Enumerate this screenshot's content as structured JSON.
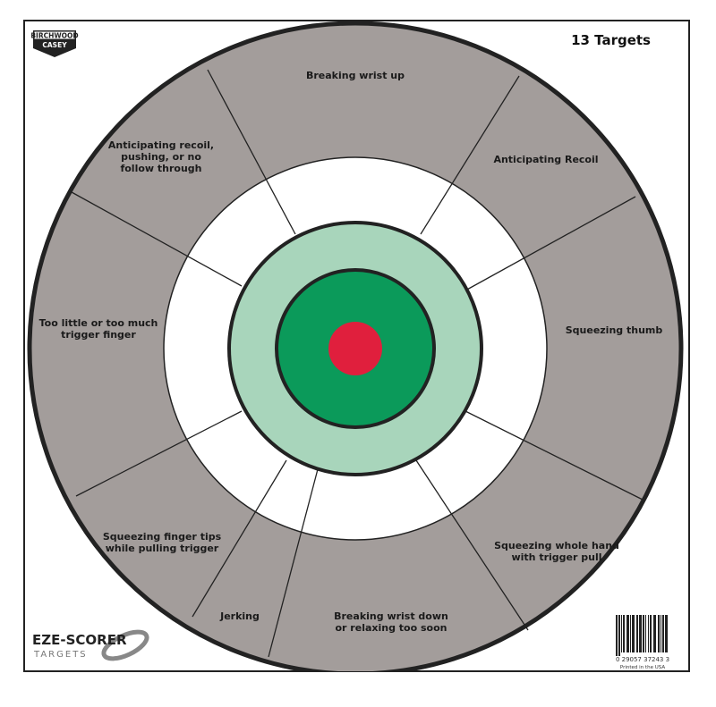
{
  "header": {
    "brand_top": "BIRCHWOOD",
    "brand_bottom": "CASEY",
    "target_count": "13 Targets"
  },
  "footer": {
    "logo_main": "EZE-SCORER",
    "logo_sub": "TARGETS",
    "barcode_number": "0 29057 37243 3",
    "printed": "Printed in the USA"
  },
  "colors": {
    "gray_ring": "#a39d9b",
    "white_ring": "#ffffff",
    "light_green": "#a8d5bb",
    "dark_green": "#0b9a5a",
    "bullseye": "#e01f3d"
  },
  "segments": [
    {
      "lines": [
        "Breaking wrist up"
      ]
    },
    {
      "lines": [
        "Anticipating Recoil"
      ]
    },
    {
      "lines": [
        "Squeezing thumb"
      ]
    },
    {
      "lines": [
        "Squeezing whole hand",
        "with trigger pull"
      ]
    },
    {
      "lines": [
        "Breaking wrist down",
        "or relaxing too soon"
      ]
    },
    {
      "lines": [
        "Jerking"
      ]
    },
    {
      "lines": [
        "Squeezing finger tips",
        "while pulling trigger"
      ]
    },
    {
      "lines": [
        "Too little or too much",
        "trigger finger"
      ]
    },
    {
      "lines": [
        "Anticipating recoil,",
        "pushing, or no",
        "follow through"
      ]
    }
  ]
}
